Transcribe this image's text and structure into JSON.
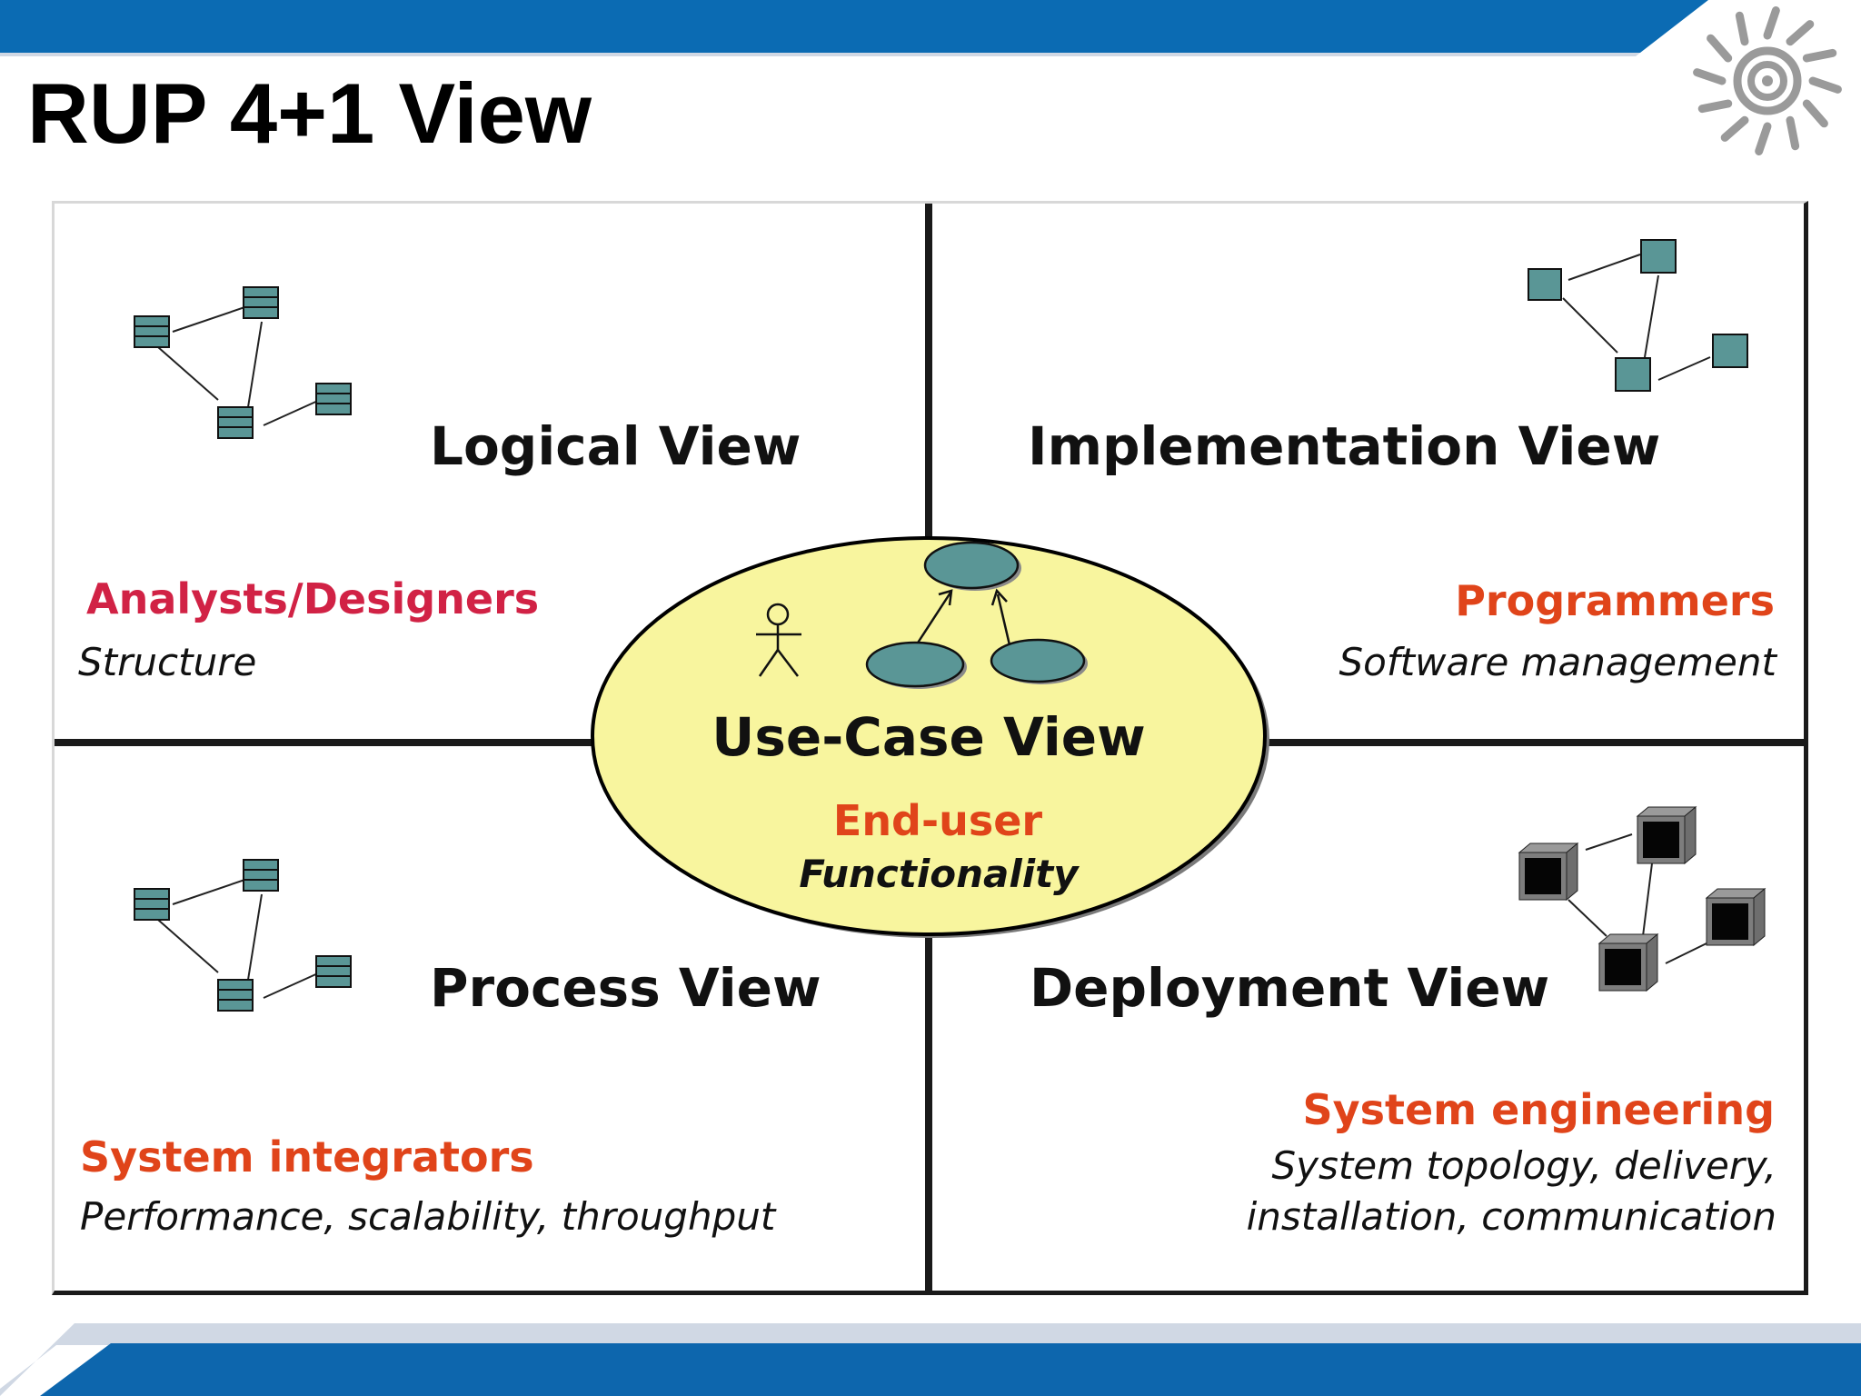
{
  "slide": {
    "title": "RUP 4+1 View",
    "colors": {
      "top_band": "#0b6bb3",
      "bottom_band": "#0d66ad",
      "band_accent": "#d0d8e4",
      "logo": "#9a9a9a"
    }
  },
  "logo": {
    "icon": "sun-spiral-icon"
  },
  "colors": {
    "node_fill": "#5a9696",
    "stakeholder_red": "#d12245",
    "stakeholder_orange": "#e0441a",
    "ellipse_fill": "#f8f59e",
    "box_face": "#050505"
  },
  "views": {
    "logical": {
      "title": "Logical View",
      "stakeholder": "Analysts/Designers",
      "concern": "Structure",
      "icon": "class-diagram-icon"
    },
    "implementation": {
      "title": "Implementation View",
      "stakeholder": "Programmers",
      "concern": "Software management",
      "icon": "component-diagram-icon"
    },
    "process": {
      "title": "Process View",
      "stakeholder": "System integrators",
      "concern": "Performance, scalability, throughput",
      "icon": "class-diagram-icon"
    },
    "deployment": {
      "title": "Deployment View",
      "stakeholder": "System engineering",
      "concern_lines": [
        "System topology, delivery,",
        "installation, communication"
      ],
      "icon": "node-cubes-icon"
    },
    "use_case": {
      "title": "Use-Case View",
      "stakeholder": "End-user",
      "concern": "Functionality",
      "icon": "use-case-diagram-icon"
    }
  }
}
